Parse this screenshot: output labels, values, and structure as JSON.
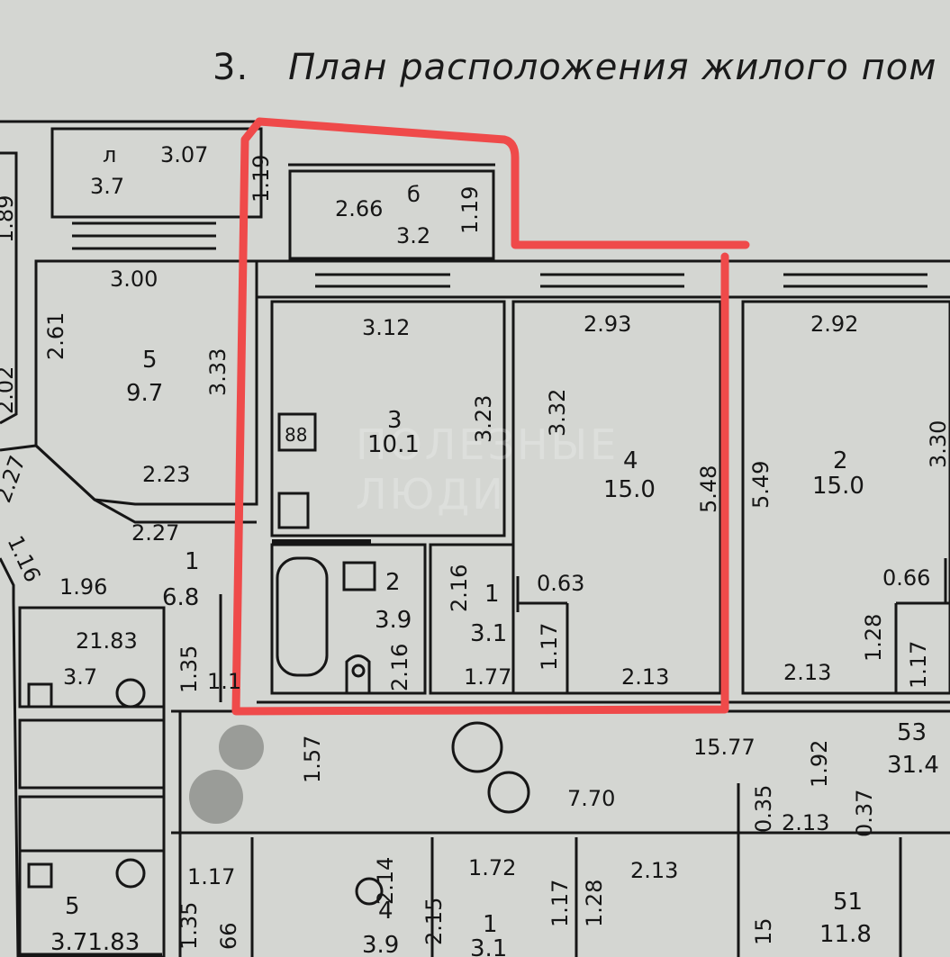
{
  "title": {
    "number": "3.",
    "text": "План расположения жилого пом"
  },
  "watermark": [
    "ПОЛЕЗНЫЕ",
    "ЛЮДИ"
  ],
  "highlight_color": "#ef4a4a",
  "line_color": "#161616",
  "labels": {
    "balcony_left_name": "л",
    "balcony_left_area": "3.7",
    "balcony_left_len": "3.07",
    "balcony_left_depth": "1.19",
    "balcony_name": "б",
    "balcony_len": "2.66",
    "balcony_area": "3.2",
    "balcony_depth": "1.19",
    "left_3_00": "3.00",
    "left_2_61": "2.61",
    "left_room_num": "5",
    "left_room_area": "9.7",
    "left_3_33": "3.33",
    "left_2_23": "2.23",
    "left_2_27": "2.27",
    "left_2_02": "2.02",
    "left_1_89": "1.89",
    "left_2_27b": "2.27",
    "left_1_16": "1.16",
    "kitchen_width": "3.12",
    "kitchen_num": "3",
    "kitchen_area": "10.1",
    "kitchen_depth": "3.23",
    "stove": "88",
    "room4_width": "2.93",
    "room4_332": "3.32",
    "room4_num": "4",
    "room4_area": "15.0",
    "room4_depth": "5.48",
    "room4_063": "0.63",
    "room4_213": "2.13",
    "bath_num": "2",
    "bath_area": "3.9",
    "bath_216": "2.16",
    "bath_216b": "2.16",
    "wc_num": "1",
    "wc_area": "3.1",
    "wc_177": "1.77",
    "wc_117": "1.17",
    "right_292": "2.92",
    "right_330": "3.30",
    "right_549": "5.49",
    "right_num": "2",
    "right_area": "15.0",
    "right_066": "0.66",
    "right_128": "1.28",
    "right_117": "1.17",
    "right_213": "2.13",
    "left_196": "1.96",
    "left_1_num": "1",
    "left_1_area": "6.8",
    "left_2183": "21.83",
    "left_37b": "3.7",
    "left_135": "1.35",
    "left_11": "1.1",
    "hall_157": "1.57",
    "hall_1577": "15.77",
    "hall_770": "7.70",
    "hall_035": "0.35",
    "hall_213": "2.13",
    "hall_192": "1.92",
    "hall_037": "0.37",
    "hall_53": "53",
    "hall_314": "31.4",
    "b_117": "1.17",
    "b_135": "1.35",
    "b_66": "66",
    "b_5": "5",
    "b_371_83": "3.71.83",
    "b_4": "4",
    "b_39": "3.9",
    "b_214": "2.14",
    "b_215": "2.15",
    "b_1": "1",
    "b_31": "3.1",
    "b_172": "1.72",
    "b_117b": "1.17",
    "b_128": "1.28",
    "b_213": "2.13",
    "b_51": "51",
    "b_118": "11.8",
    "b_15": "15"
  }
}
